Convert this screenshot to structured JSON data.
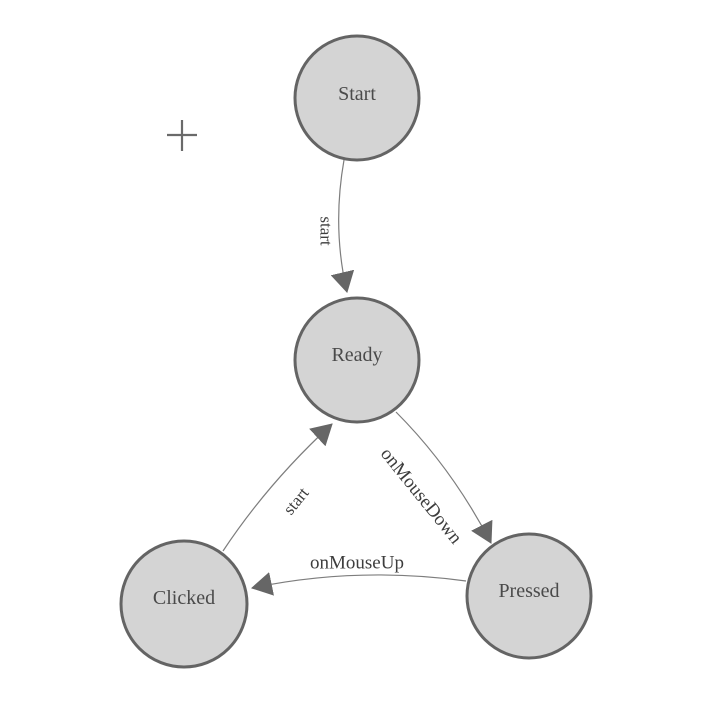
{
  "diagram": {
    "type": "state-machine",
    "background_color": "#ffffff",
    "node_fill_color": "#d4d4d4",
    "node_border_color": "#646464",
    "edge_color": "#7d7d7d",
    "arrowhead_color": "#666666",
    "node_label_color": "#4a4a4a",
    "edge_label_color": "#3d3d3d",
    "cursor_icon": "plus-crosshair",
    "nodes": [
      {
        "id": "start",
        "label": "Start"
      },
      {
        "id": "ready",
        "label": "Ready"
      },
      {
        "id": "clicked",
        "label": "Clicked"
      },
      {
        "id": "pressed",
        "label": "Pressed"
      }
    ],
    "edges": [
      {
        "from": "Start",
        "to": "Ready",
        "label": "start"
      },
      {
        "from": "Ready",
        "to": "Pressed",
        "label": "onMouseDown"
      },
      {
        "from": "Pressed",
        "to": "Clicked",
        "label": "onMouseUp"
      },
      {
        "from": "Clicked",
        "to": "Ready",
        "label": "start"
      }
    ]
  }
}
